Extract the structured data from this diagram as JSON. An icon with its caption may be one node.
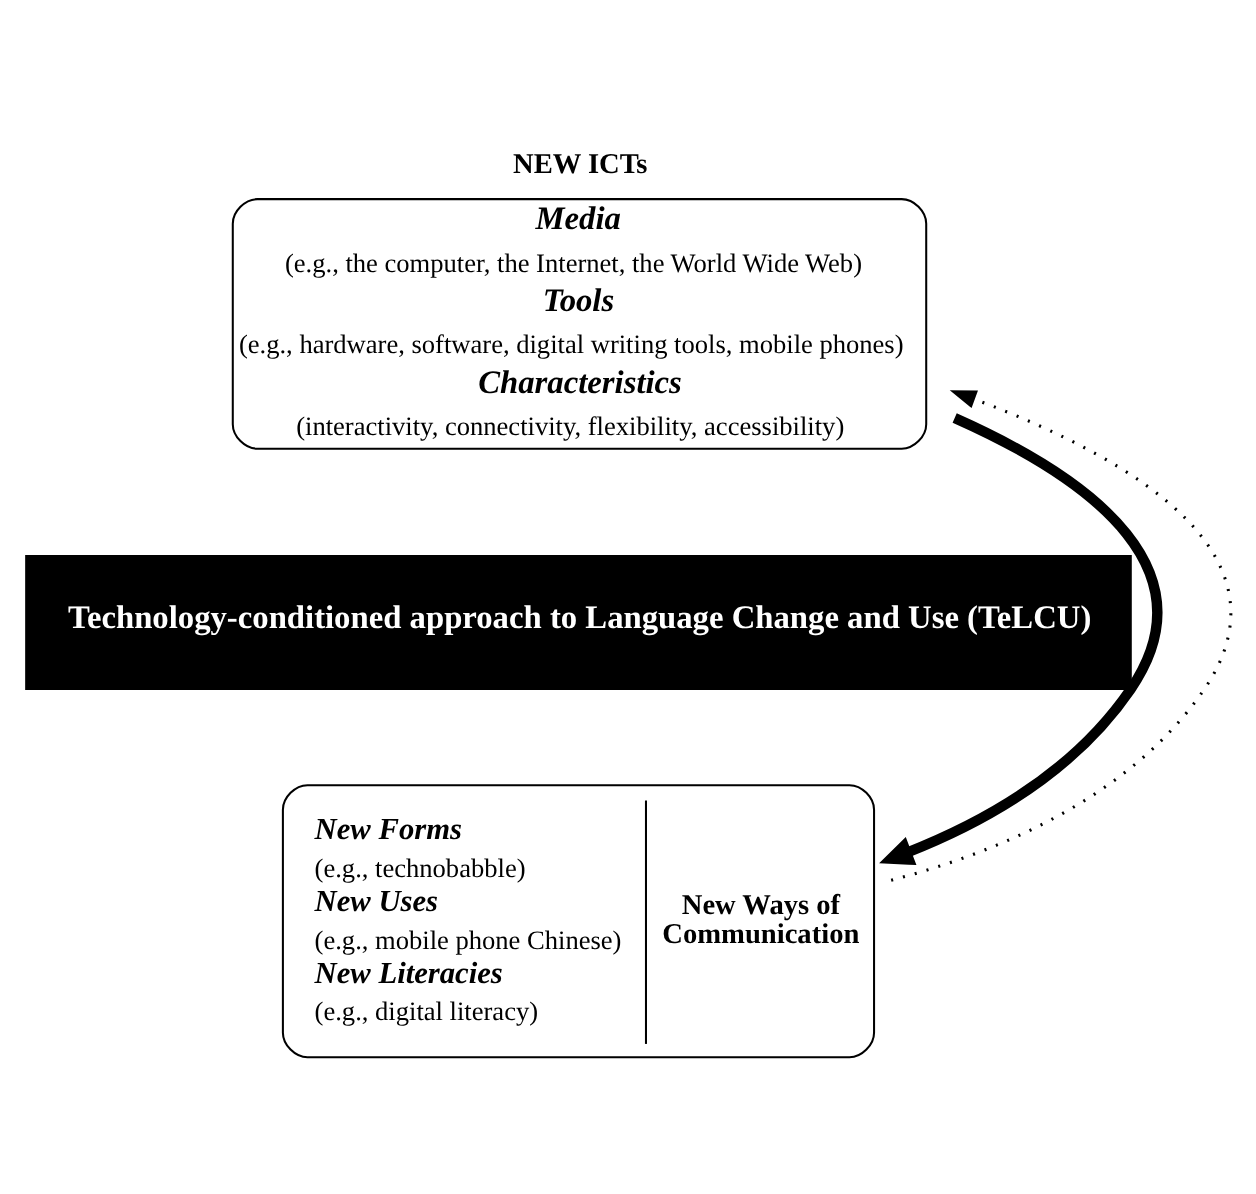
{
  "diagram": {
    "nodes": [
      {
        "text": [
          "NEW ICTs",
          "Media",
          "(e.g., the computer, the Internet, the World Wide Web)",
          "Tools",
          "(e.g., hardware, software, digital writing tools, mobile phones)",
          "Characteristics",
          "(interactivity, connectivity, flexibility, accessibility)"
        ]
      },
      {
        "text": [
          "Technology-conditioned approach to Language Change and Use (TeLCU)"
        ]
      },
      {
        "text": [
          "New Forms",
          "(e.g., technobabble)",
          "New Uses",
          "(e.g., mobile phone Chinese)",
          "New Literacies",
          "(e.g., digital literacy)",
          "New Ways of Communication"
        ]
      }
    ],
    "edges": [
      {
        "from": 0,
        "to": 2,
        "arrow": "to",
        "style": "thick"
      },
      {
        "from": 2,
        "to": 0,
        "arrow": "to",
        "style": "dashed"
      }
    ]
  }
}
